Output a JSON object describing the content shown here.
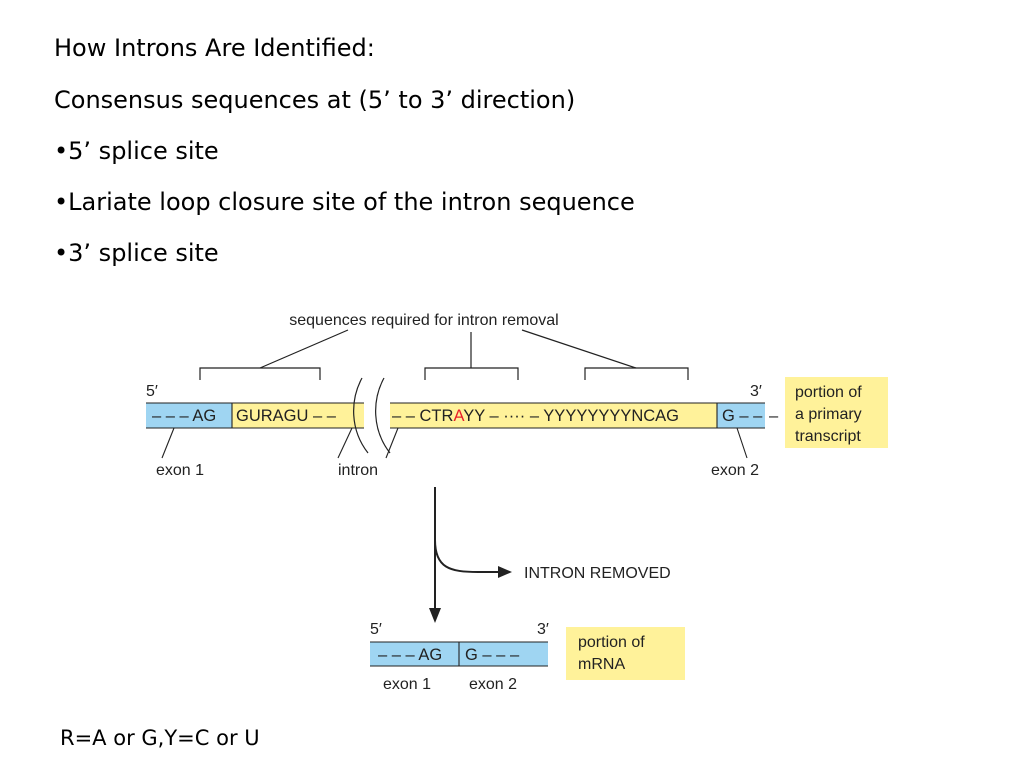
{
  "slide": {
    "title": "How Introns Are Identified:",
    "subtitle": "Consensus sequences at (5’ to 3’ direction)",
    "bullets": [
      "•5’ splice site",
      "•Lariate loop closure site of the intron sequence",
      "•3’ splice site"
    ],
    "footnote": "R=A or G,Y=C or U"
  },
  "diagram": {
    "required_label": "sequences required for intron removal",
    "primary": {
      "five_prime": "5′",
      "three_prime": "3′",
      "exon1_seq": "– – – AG",
      "intron_seq1": "GURAGU – –",
      "intron_seq2_a": "– – CTR",
      "branch_point": "A",
      "intron_seq2_b": "YY – ···· – YYYYYYYYNCAG",
      "exon2_seq": "G – –",
      "trailing_dashes": "–",
      "exon1_label": "exon 1",
      "intron_label": "intron",
      "exon2_label": "exon 2",
      "box_lines": [
        "portion of",
        "a primary",
        "transcript"
      ]
    },
    "process_label": "INTRON REMOVED",
    "mrna": {
      "five_prime": "5′",
      "three_prime": "3′",
      "exon1_seq": "– – – AG",
      "exon2_seq": "G – – –",
      "exon1_label": "exon 1",
      "exon2_label": "exon 2",
      "box_lines": [
        "portion of",
        "mRNA"
      ]
    },
    "colors": {
      "exon": "#9fd5f2",
      "intron": "#fff29a",
      "box": "#fff29a",
      "branch_point": "#e8202a",
      "line": "#222222"
    }
  }
}
